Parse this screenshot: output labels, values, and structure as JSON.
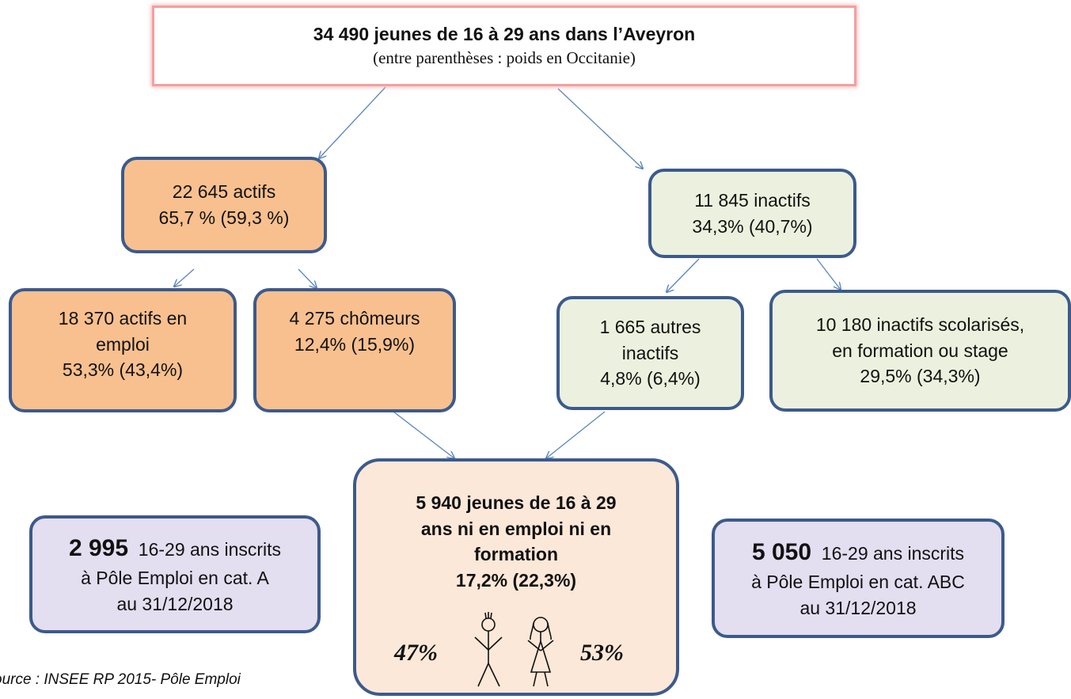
{
  "title": {
    "main": "34 490 jeunes de 16 à 29 ans dans l’Aveyron",
    "sub": "(entre parenthèses : poids en Occitanie)"
  },
  "actifs": {
    "line1": "22 645 actifs",
    "line2": "65,7 % (59,3 %)"
  },
  "inactifs": {
    "line1": "11 845 inactifs",
    "line2": "34,3% (40,7%)"
  },
  "emploi": {
    "line1": "18 370 actifs en",
    "line2": "emploi",
    "line3": "53,3% (43,4%)"
  },
  "chomeurs": {
    "line1": "4 275 chômeurs",
    "line2": "12,4% (15,9%)"
  },
  "autres": {
    "line1": "1 665 autres",
    "line2": "inactifs",
    "line3": "4,8% (6,4%)"
  },
  "scolarises": {
    "line1": "10 180 inactifs scolarisés,",
    "line2": "en formation ou stage",
    "line3": "29,5% (34,3%)"
  },
  "neet": {
    "line1": "5 940 jeunes de 16 à 29",
    "line2": "ans ni en emploi ni en",
    "line3": "formation",
    "line4": "17,2% (22,3%)",
    "male_pct": "47%",
    "female_pct": "53%"
  },
  "cat_a": {
    "number": "2 995",
    "text1": "16-29 ans inscrits",
    "text2": "à Pôle Emploi en cat. A",
    "text3": "au 31/12/2018"
  },
  "cat_abc": {
    "number": "5 050",
    "text1": "16-29 ans inscrits",
    "text2": "à Pôle Emploi en cat. ABC",
    "text3": "au 31/12/2018"
  },
  "source": "ource : INSEE RP 2015- Pôle Emploi",
  "colors": {
    "border": "#3c5a8c",
    "arrow": "#5a84c0",
    "orange": "#f8c08f",
    "green": "#ebf1de",
    "purple": "#e3def0",
    "peach": "#fce8d8",
    "title_border": "#f4a0a0"
  },
  "icons": [
    "boy-figure-icon",
    "girl-figure-icon"
  ]
}
